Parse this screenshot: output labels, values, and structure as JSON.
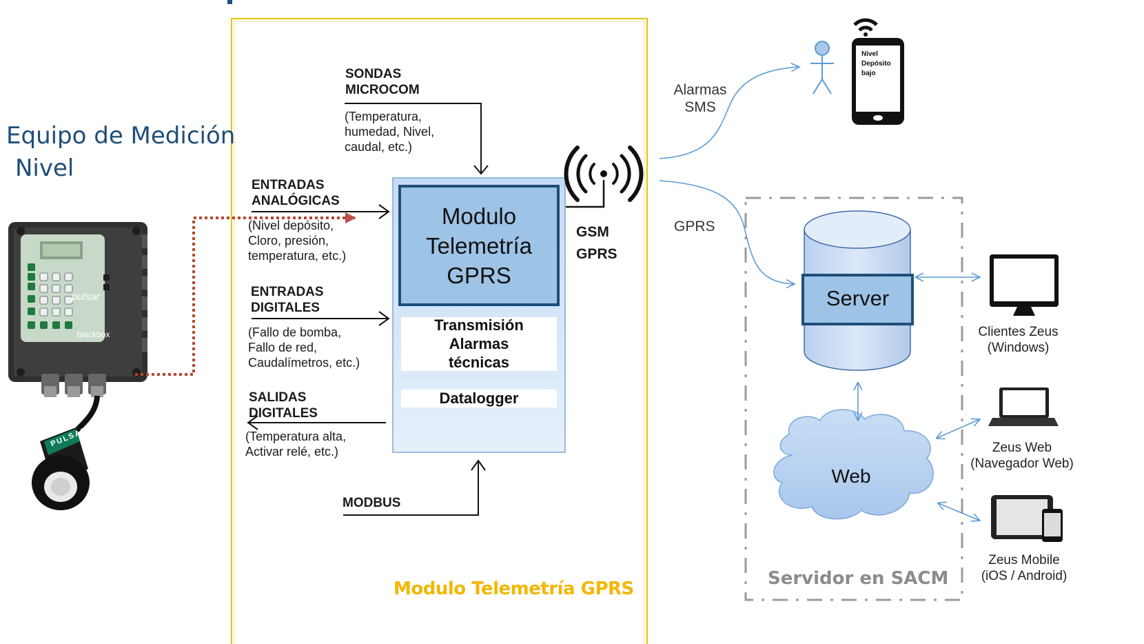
{
  "device": {
    "title_line1": "Equipo de Medición",
    "title_line2": "Nivel",
    "keypad_brand": "pulsar",
    "model": "blackbox",
    "sensor_brand": "PULSAR"
  },
  "module_panel": {
    "caption": "Modulo Telemetría GPRS",
    "caption_color": "#f2b701",
    "border_color": "#e8c200"
  },
  "inputs": {
    "sondas": {
      "title1": "SONDAS",
      "title2": "MICROCOM",
      "desc": [
        "(Temperatura,",
        "humedad, Nivel,",
        "caudal, etc.)"
      ]
    },
    "analogicas": {
      "title1": "ENTRADAS",
      "title2": "ANALÓGICAS",
      "desc": [
        "(Nivel depósito,",
        "Cloro, presión,",
        "temperatura, etc.)"
      ]
    },
    "digitales": {
      "title1": "ENTRADAS",
      "title2": "DIGITALES",
      "desc": [
        "(Fallo de bomba,",
        "Fallo de red,",
        "Caudalímetros, etc.)"
      ]
    },
    "salidas": {
      "title1": "SALIDAS",
      "title2": "DIGITALES",
      "desc": [
        "(Temperatura alta,",
        "Activar relé, etc.)"
      ]
    },
    "modbus": {
      "title": "MODBUS"
    }
  },
  "module_block": {
    "title": [
      "Modulo",
      "Telemetría",
      "GPRS"
    ],
    "transmision": [
      "Transmisión",
      "Alarmas",
      "técnicas"
    ],
    "datalogger": "Datalogger"
  },
  "antenna": {
    "line1": "GSM",
    "line2": "GPRS"
  },
  "links": {
    "sms": [
      "Alarmas",
      "SMS"
    ],
    "gprs": "GPRS"
  },
  "phone": {
    "screen": [
      "Nivel",
      "Depósito",
      "bajo"
    ]
  },
  "server_panel": {
    "server": "Server",
    "web": "Web",
    "caption": "Servidor en SACM",
    "clients": [
      {
        "name": "Clientes Zeus",
        "sub": "(Windows)"
      },
      {
        "name": "Zeus Web",
        "sub": "(Navegador Web)"
      },
      {
        "name": "Zeus Mobile",
        "sub": "(iOS / Android)"
      }
    ]
  }
}
